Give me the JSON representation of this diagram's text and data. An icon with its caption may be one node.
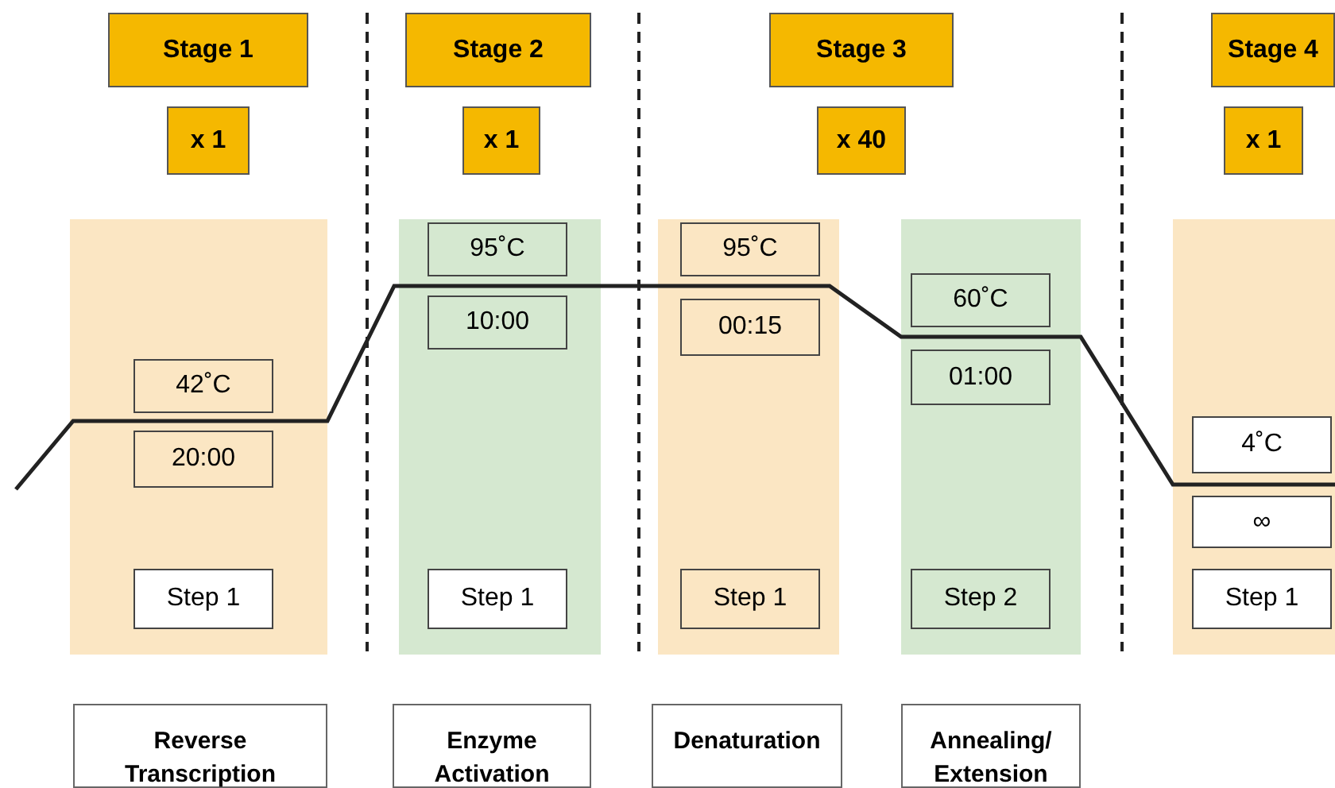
{
  "diagram": {
    "nodes": [
      {
        "text": [
          "Stage 1"
        ]
      },
      {
        "text": [
          "Stage 2"
        ]
      },
      {
        "text": [
          "Stage 3"
        ]
      },
      {
        "text": [
          "Stage 4"
        ]
      },
      {
        "text": [
          "x 1"
        ]
      },
      {
        "text": [
          "x 1"
        ]
      },
      {
        "text": [
          "x 40"
        ]
      },
      {
        "text": [
          "x 1"
        ]
      },
      {
        "text": [],
        "shape": "box"
      },
      {
        "text": [
          "42˚C"
        ],
        "in": 8
      },
      {
        "text": [
          "20:00"
        ],
        "in": 8
      },
      {
        "text": [
          "Step 1"
        ],
        "in": 8
      },
      {
        "text": [],
        "shape": "box"
      },
      {
        "text": [
          "95˚C"
        ],
        "in": 12
      },
      {
        "text": [
          "10:00"
        ],
        "in": 12
      },
      {
        "text": [
          "Step 1"
        ],
        "in": 12
      },
      {
        "text": [],
        "shape": "box"
      },
      {
        "text": [
          "95˚C"
        ],
        "in": 16
      },
      {
        "text": [
          "00:15"
        ],
        "in": 16
      },
      {
        "text": [
          "Step 1"
        ],
        "in": 16
      },
      {
        "text": [],
        "shape": "box"
      },
      {
        "text": [
          "60˚C"
        ],
        "in": 20
      },
      {
        "text": [
          "01:00"
        ],
        "in": 20
      },
      {
        "text": [
          "Step 2"
        ],
        "in": 20
      },
      {
        "text": [],
        "shape": "box"
      },
      {
        "text": [
          "4˚C"
        ],
        "in": 24
      },
      {
        "text": [
          "∞"
        ],
        "in": 24
      },
      {
        "text": [
          "Step 1"
        ],
        "in": 24
      },
      {
        "text": [
          "Reverse Transcription"
        ]
      },
      {
        "text": [
          "Enzyme Activation"
        ]
      },
      {
        "text": [
          "Denaturation"
        ]
      },
      {
        "text": [
          "Annealing/ Extension"
        ]
      }
    ]
  }
}
